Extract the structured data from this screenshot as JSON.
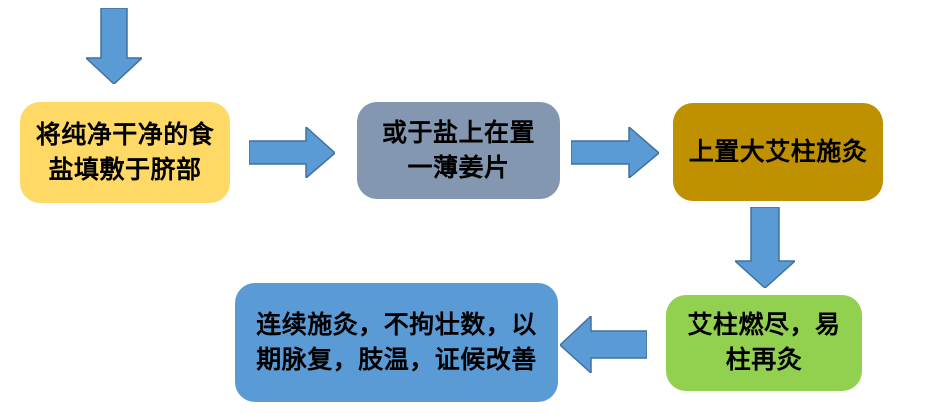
{
  "diagram": {
    "type": "flowchart",
    "colors": {
      "background": "#FFFFFF",
      "text": "#000000",
      "arrow_fill": "#5B9BD5",
      "arrow_stroke": "#41719C"
    },
    "nodes": [
      {
        "id": "step-1",
        "label": "将纯净干净的食\n盐填敷于脐部",
        "fill": "#FFD966"
      },
      {
        "id": "step-2",
        "label": "或于盐上在置\n一薄姜片",
        "fill": "#8497B0"
      },
      {
        "id": "step-3",
        "label": "上置大艾柱施灸",
        "fill": "#BF9000"
      },
      {
        "id": "step-4",
        "label": "艾柱燃尽，易\n柱再灸",
        "fill": "#92D050"
      },
      {
        "id": "step-5",
        "label": "连续施灸，不拘壮数，以\n期脉复，肢温，证候改善",
        "fill": "#5B9BD5"
      }
    ],
    "arrows": [
      {
        "id": "arrow-entry",
        "direction": "down",
        "from": "",
        "to": "step-1"
      },
      {
        "id": "arrow-1-2",
        "direction": "right",
        "from": "step-1",
        "to": "step-2"
      },
      {
        "id": "arrow-2-3",
        "direction": "right",
        "from": "step-2",
        "to": "step-3"
      },
      {
        "id": "arrow-3-4",
        "direction": "down",
        "from": "step-3",
        "to": "step-4"
      },
      {
        "id": "arrow-4-5",
        "direction": "left",
        "from": "step-4",
        "to": "step-5"
      }
    ]
  }
}
